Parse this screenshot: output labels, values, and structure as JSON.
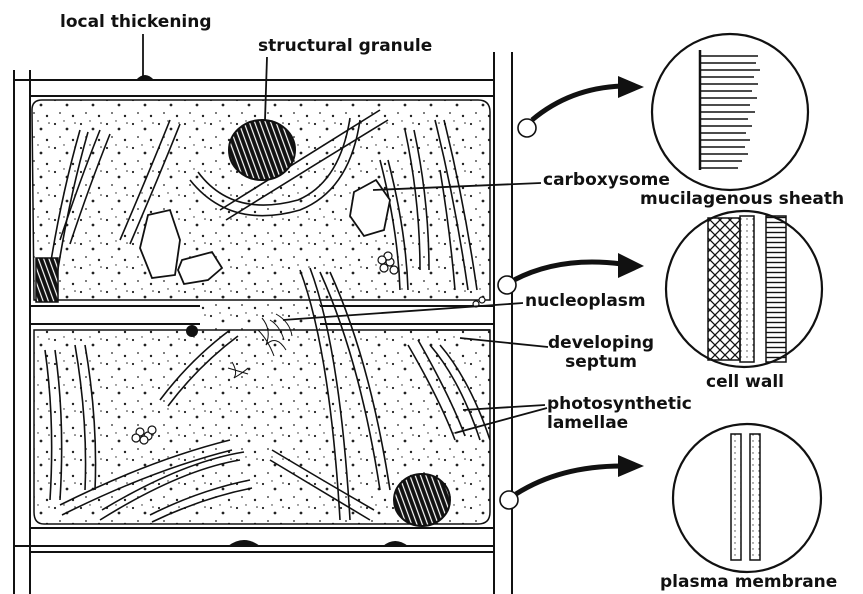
{
  "labels": {
    "local_thickening": "local thickening",
    "structural_granule": "structural granule",
    "carboxysome": "carboxysome",
    "mucilagenous_sheath": "mucilagenous sheath",
    "nucleoplasm": "nucleoplasm",
    "developing_septum": "developing\nseptum",
    "cell_wall": "cell wall",
    "photosynthetic_lamellae": "photosynthetic\nlamellae",
    "plasma_membrane": "plasma membrane"
  }
}
